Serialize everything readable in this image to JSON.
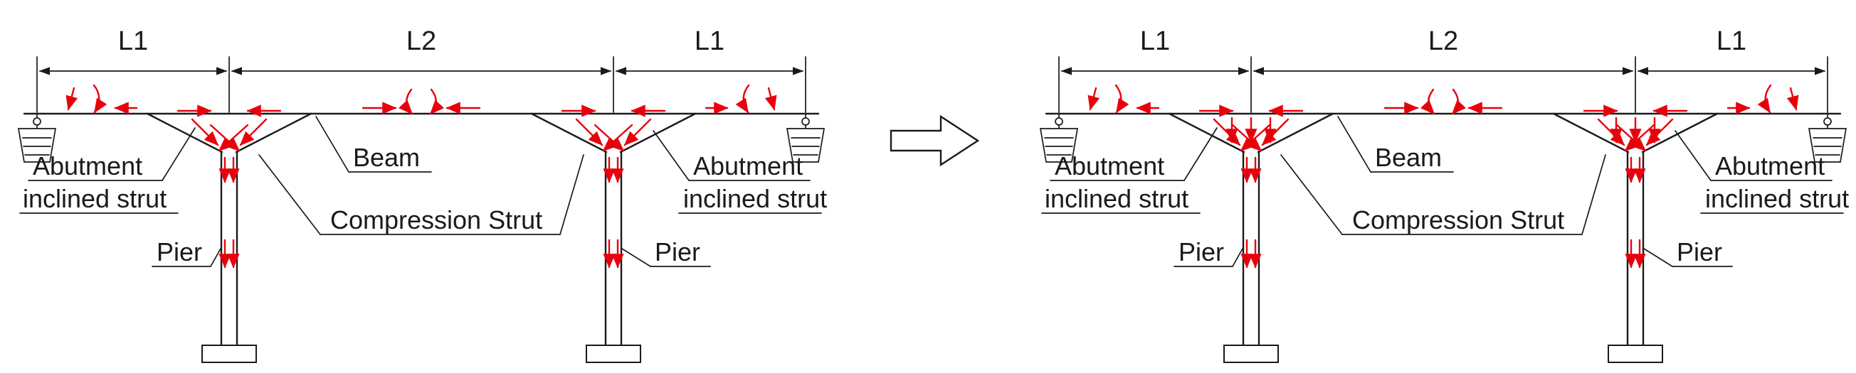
{
  "diagram": {
    "dimensions": {
      "span_left": "L1",
      "span_mid": "L2",
      "span_right": "L1"
    },
    "labels": {
      "abutment_line1": "Abutment",
      "abutment_line2": "inclined strut",
      "beam": "Beam",
      "compression_strut": "Compression Strut",
      "pier": "Pier"
    },
    "colors": {
      "line": "#1a1a1a",
      "force_arrow": "#e8000d",
      "background": "#ffffff"
    }
  }
}
